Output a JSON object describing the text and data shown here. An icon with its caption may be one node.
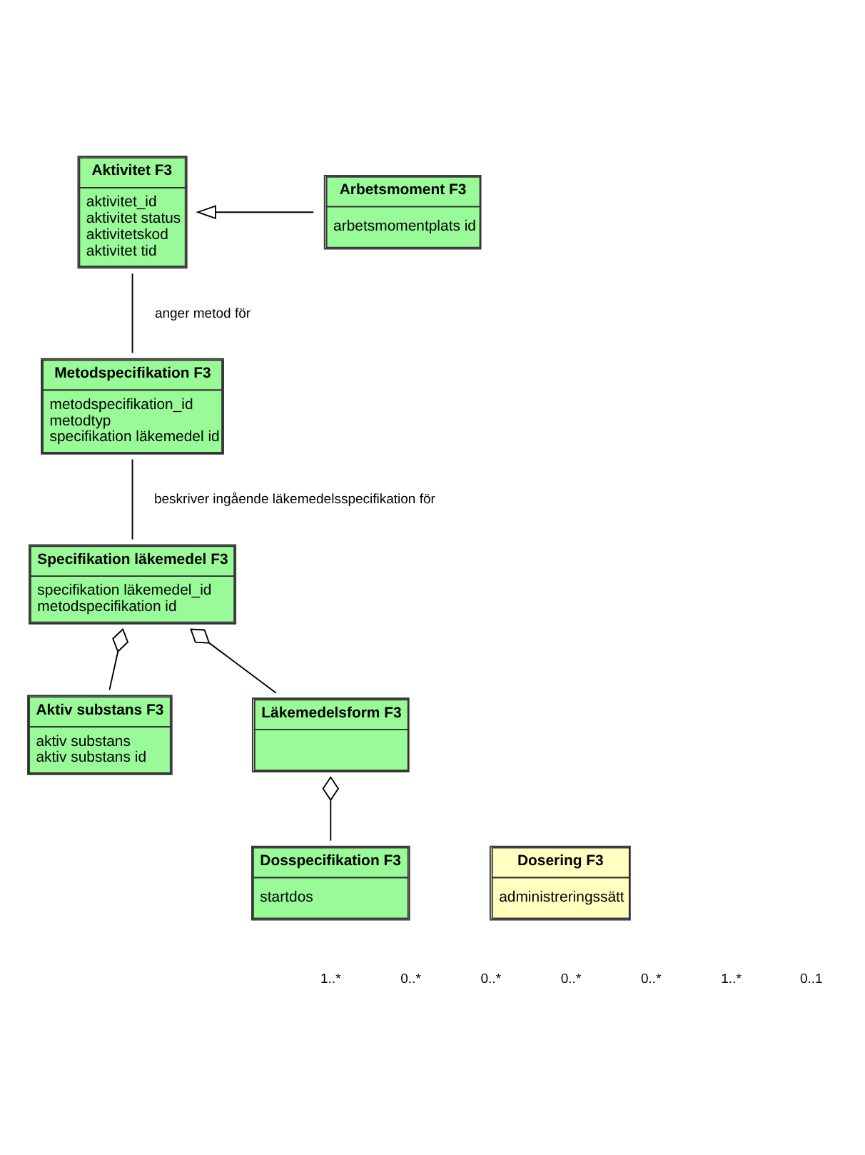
{
  "diagram": {
    "nodes": [
      {
        "text": [
          "Aktivitet F3",
          "aktivitet_id",
          "aktivitet status",
          "aktivitetskod",
          "aktivitet tid"
        ]
      },
      {
        "text": [
          "Arbetsmoment F3",
          "arbetsmomentplats id"
        ]
      },
      {
        "text": [
          "Metodspecifikation F3",
          "metodspecifikation_id",
          "metodtyp",
          "specifikation läkemedel id"
        ]
      },
      {
        "text": [
          "Specifikation läkemedel F3",
          "specifikation läkemedel_id",
          "metodspecifikation id"
        ]
      },
      {
        "text": [
          "Aktiv substans F3",
          "aktiv substans",
          "aktiv substans id"
        ]
      },
      {
        "text": [
          "Läkemedelsform F3"
        ]
      },
      {
        "text": [
          "Dosspecifikation F3",
          "startdos"
        ]
      },
      {
        "text": [
          "Dosering F3",
          "administreringssätt"
        ]
      }
    ],
    "edges": [
      {
        "from": 1,
        "to": 0,
        "arrow": "to"
      },
      {
        "from": 0,
        "to": 2,
        "arrow": "none",
        "label": "anger metod för"
      },
      {
        "from": 2,
        "to": 3,
        "arrow": "none",
        "label": "beskriver ingående läkemedelsspecifikation för"
      },
      {
        "from": 3,
        "to": 4,
        "arrow": "other"
      },
      {
        "from": 3,
        "to": 5,
        "arrow": "other"
      },
      {
        "from": 5,
        "to": 6,
        "arrow": "other"
      }
    ],
    "labels": [
      "1..*",
      "0..*",
      "0..*",
      "0..*",
      "0..*",
      "1..*",
      "0..1"
    ]
  }
}
